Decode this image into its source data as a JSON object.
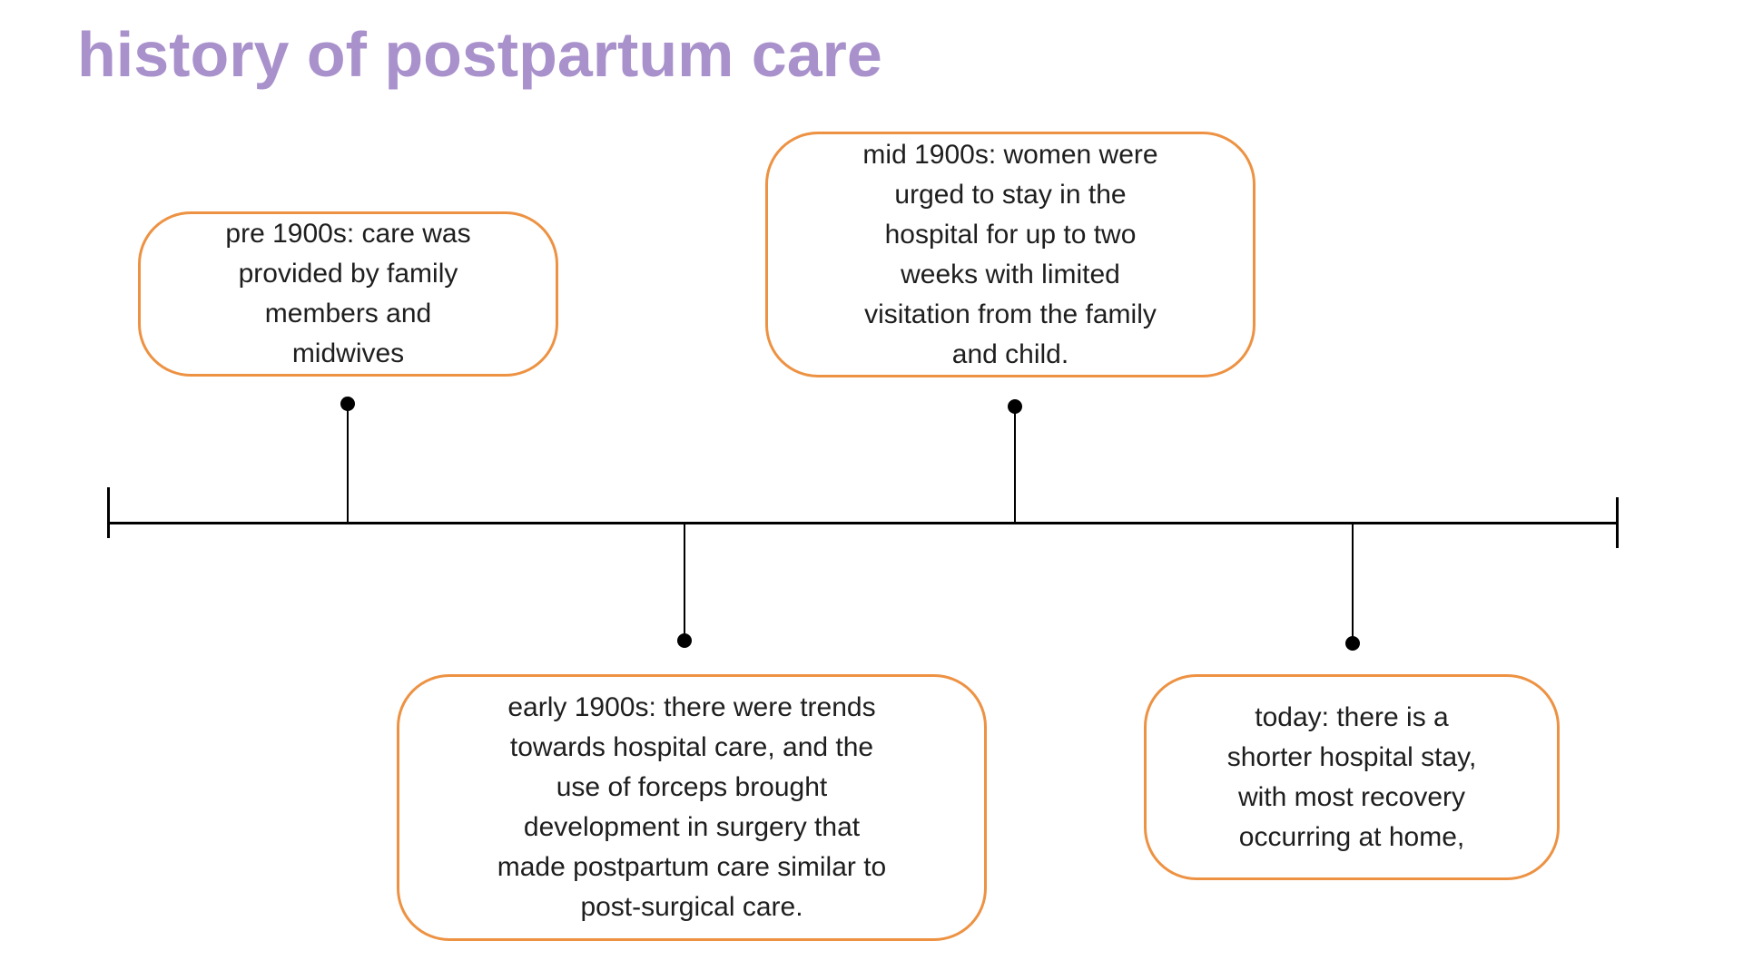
{
  "title": "history of postpartum care",
  "colors": {
    "title_purple": "#A991CC",
    "box_border_orange": "#ED9243",
    "body_text": "#1E1E1E",
    "timeline_black": "#000000"
  },
  "timeline": {
    "events": [
      {
        "id": "pre-1900s",
        "era": "pre 1900s",
        "placement": "above-line",
        "text": "pre 1900s: care was provided by family members and midwives",
        "lines": [
          "pre 1900s: care was",
          "provided by family",
          "members and",
          "midwives"
        ]
      },
      {
        "id": "mid-1900s",
        "era": "mid 1900s",
        "placement": "above-line",
        "text": "mid 1900s: women were urged to stay in the hospital for up to two weeks with limited visitation from the family and child.",
        "lines": [
          "mid 1900s: women were",
          "urged to stay in the",
          "hospital for up to two",
          "weeks with limited",
          "visitation from the family",
          "and child."
        ]
      },
      {
        "id": "early-1900s",
        "era": "early 1900s",
        "placement": "below-line",
        "text": "early 1900s: there were trends towards hospital care, and the use of forceps brought development in surgery that made postpartum care similar to post-surgical care.",
        "lines": [
          "early 1900s: there were trends",
          "towards hospital care, and the",
          "use of forceps brought",
          "development in surgery that",
          "made postpartum care similar to",
          "post-surgical care."
        ]
      },
      {
        "id": "today",
        "era": "today",
        "placement": "below-line",
        "text": "today: there is a shorter hospital stay, with most recovery occurring at home,",
        "lines": [
          "today: there is a",
          "shorter hospital stay,",
          "with most recovery",
          "occurring at home,"
        ]
      }
    ]
  }
}
